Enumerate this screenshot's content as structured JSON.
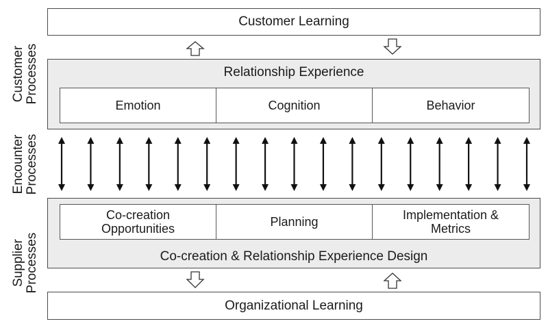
{
  "diagram": {
    "customer_learning": "Customer Learning",
    "organizational_learning": "Organizational Learning",
    "relationship_experience": {
      "title": "Relationship Experience",
      "cells": [
        "Emotion",
        "Cognition",
        "Behavior"
      ]
    },
    "design_block": {
      "cells": [
        {
          "line1": "Co-creation",
          "line2": "Opportunities"
        },
        {
          "line1": "Planning",
          "line2": ""
        },
        {
          "line1": "Implementation &",
          "line2": "Metrics"
        }
      ],
      "caption": "Co-creation & Relationship Experience Design"
    },
    "side_labels": {
      "customer": {
        "line1": "Customer",
        "line2": "Processes"
      },
      "encounter": {
        "line1": "Encounter",
        "line2": "Processes"
      },
      "supplier": {
        "line1": "Supplier",
        "line2": "Processes"
      }
    }
  }
}
